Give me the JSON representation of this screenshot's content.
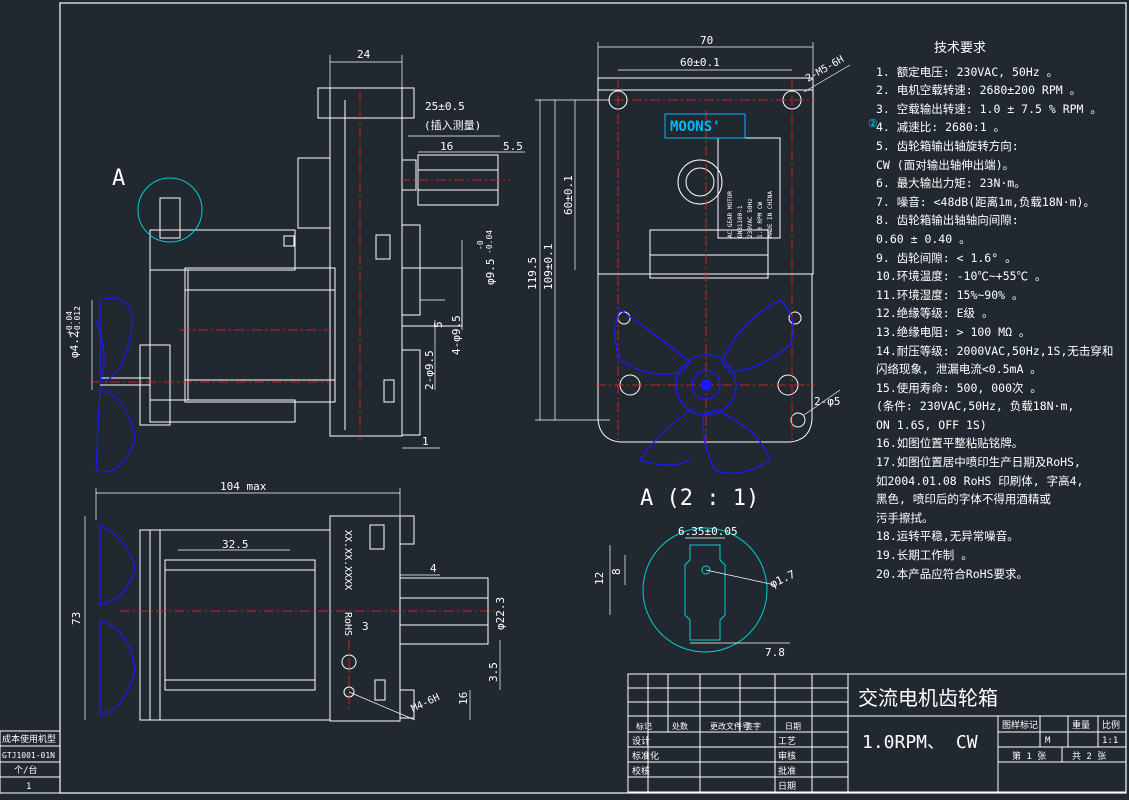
{
  "colors": {
    "background": "#212830",
    "outline": "#ffffff",
    "dimension": "#ffffff",
    "fan": "#1a1aff",
    "centerline": "#ff2020",
    "detail": "#00d0d0",
    "logo": "#00b7ff"
  },
  "left_view": {
    "detail_label": "A",
    "dims": {
      "top_width": "24",
      "insert_label": "25±0.5",
      "insert_note": "(插入测量)",
      "d16": "16",
      "d55": "5.5",
      "shaft_dia": "φ9.5",
      "shaft_tol_top": "-0",
      "shaft_tol_bot": "-0.04",
      "d5": "5",
      "hole1": "4-φ9.5",
      "hole2": "2-φ9.5",
      "d1": "1",
      "left_dia": "φ4.2",
      "left_tol_top": "+0.04",
      "left_tol_bot": "+0.012"
    }
  },
  "front_view": {
    "brand": "MOONS'",
    "label_lines": [
      "AC GEAR MOTOR",
      "GNB1100-1",
      "230VAC 50Hz",
      "1.0 RPM  CW",
      "MADE IN CHINA"
    ],
    "dims": {
      "width": "70",
      "inner_width": "60±0.1",
      "screw": "2-M5-6H",
      "height": "119.5",
      "height2": "109±0.1",
      "height3": "60±0.1",
      "holes": "2-φ5"
    }
  },
  "detail_view": {
    "title": "A (2 : 1)",
    "dims": {
      "width": "6.35±0.05",
      "d12": "12",
      "d8": "8",
      "hole": "φ1.7",
      "d78": "7.8"
    }
  },
  "bottom_view": {
    "labels": [
      "XX.XX.XXXX",
      "RoHS"
    ],
    "dims": {
      "length": "104 max",
      "d325": "32.5",
      "d73": "73",
      "d4": "4",
      "d223": "φ22.3",
      "d3": "3",
      "d35": "3.5",
      "d16": "16",
      "thread": "M4-6H"
    }
  },
  "tech_requirements": {
    "title": "技术要求",
    "marker": "②",
    "items": [
      "1. 额定电压:  230VAC, 50Hz 。",
      "2. 电机空载转速:  2680±200 RPM  。",
      "3. 空载输出转速:  1.0 ± 7.5 % RPM 。",
      "4. 减速比:  2680:1 。",
      "5. 齿轮箱输出轴旋转方向:",
      "     CW  (面对输出轴伸出端)。",
      "6. 最大输出力矩:  23N·m。",
      "7. 噪音: <48dB(距离1m,负载18N·m)。",
      "8. 齿轮箱输出轴轴向间隙:",
      "       0.60 ± 0.40 。",
      "9. 齿轮间隙:  < 1.6° 。",
      "10.环境温度: -10℃~+55℃ 。",
      "11.环境湿度:  15%~90% 。",
      "12.绝缘等级:  E级 。",
      "13.绝缘电阻:   > 100 MΩ 。",
      "14.耐压等级: 2000VAC,50Hz,1S,无击穿和",
      "   闪络现象, 泄漏电流<0.5mA 。",
      "15.使用寿命:  500, 000次 。",
      "   (条件: 230VAC,50Hz, 负载18N·m,",
      "       ON  1.6S,  OFF  1S)",
      "16.如图位置平整粘贴铭牌。",
      "17.如图位置居中喷印生产日期及RoHS,",
      "   如2004.01.08 RoHS 印刷体, 字高4,",
      "   黑色, 喷印后的字体不得用酒精或",
      "   污手擦拭。",
      "18.运转平稳,无异常噪音。",
      "19.长期工作制 。",
      "20.本产品应符合RoHS要求。"
    ]
  },
  "title_block": {
    "name": "交流电机齿轮箱",
    "spec": "1.0RPM、 CW",
    "header_cells": [
      "图样标记",
      "重量",
      "比例"
    ],
    "scale_value": "1:1",
    "mark_value": "M",
    "sheet": "第 1 张",
    "total_sheets": "共 2 张",
    "revision_headers": [
      "标记",
      "处数",
      "更改文件号",
      "签字",
      "日期"
    ],
    "roles_left": [
      "设计",
      "标准化",
      "校核"
    ],
    "roles_right": [
      "工艺",
      "审核",
      "批准",
      "日期"
    ]
  },
  "side_block": {
    "title": "成本使用机型",
    "model": "GTJ1001-01N",
    "unit": "个/台",
    "qty": "1"
  }
}
